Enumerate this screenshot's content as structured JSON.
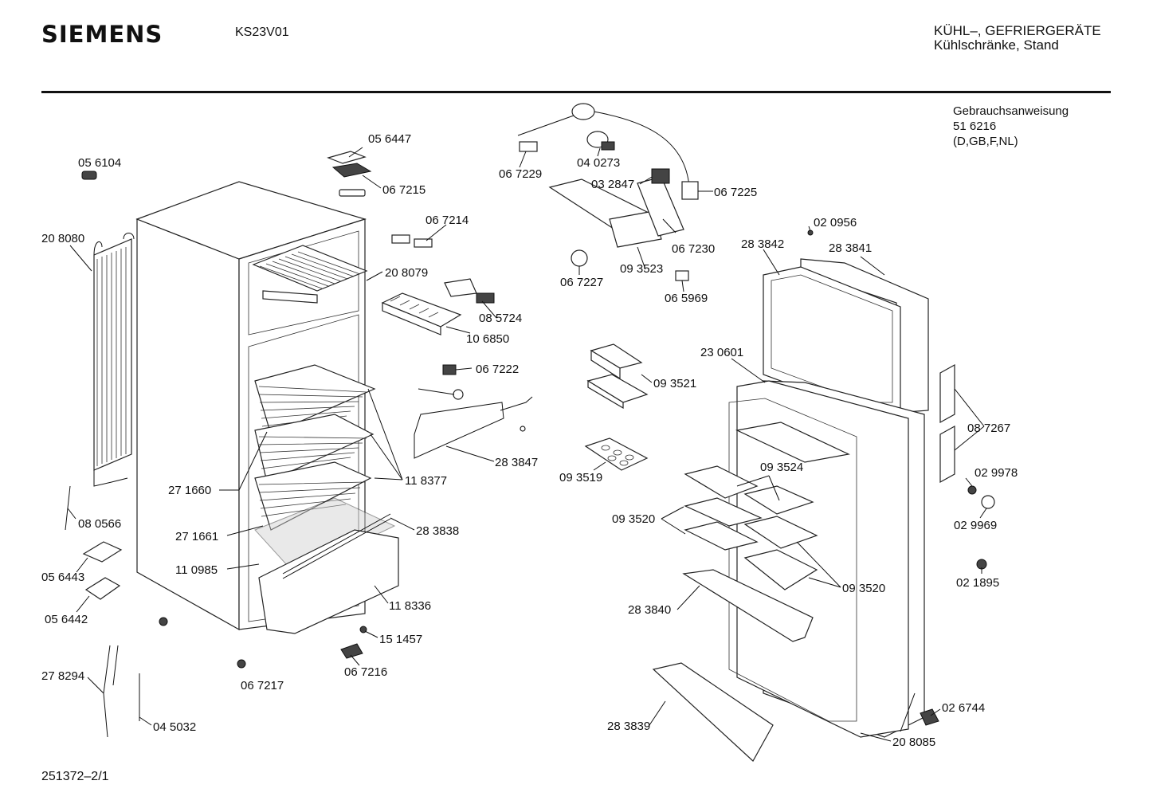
{
  "header": {
    "brand": "SIEMENS",
    "model": "KS23V01",
    "category_line1": "KÜHL–, GEFRIERGERÄTE",
    "category_line2": "Kühlschränke, Stand"
  },
  "manual": {
    "title": "Gebrauchsanweisung",
    "number": "51 6216",
    "languages": "(D,GB,F,NL)"
  },
  "footer": {
    "doc_ref": "251372–2/1"
  },
  "labels": {
    "p056104": "05 6104",
    "p208080": "20 8080",
    "p056447": "05 6447",
    "p067215": "06 7215",
    "p067214": "06 7214",
    "p208079": "20 8079",
    "p085724": "08 5724",
    "p106850": "10 6850",
    "p067222": "06 7222",
    "p283847": "28 3847",
    "p118377": "11 8377",
    "p271660": "27 1660",
    "p271661": "27 1661",
    "p283838": "28 3838",
    "p110985": "11 0985",
    "p118336": "11 8336",
    "p151457": "15 1457",
    "p067216": "06 7216",
    "p067217": "06 7217",
    "p080566": "08 0566",
    "p056443": "05 6443",
    "p056442": "05 6442",
    "p278294": "27 8294",
    "p045032": "04 5032",
    "p067229": "06 7229",
    "p040273": "04 0273",
    "p032847": "03 2847",
    "p067225": "06 7225",
    "p067230": "06 7230",
    "p093523": "09 3523",
    "p067227": "06 7227",
    "p065969": "06 5969",
    "p093521": "09 3521",
    "p093519": "09 3519",
    "p020956": "02 0956",
    "p283842": "28 3842",
    "p283841": "28 3841",
    "p230601": "23 0601",
    "p087267": "08 7267",
    "p093524": "09 3524",
    "p093520a": "09 3520",
    "p093520b": "09 3520",
    "p029978": "02 9978",
    "p029969": "02 9969",
    "p021895": "02 1895",
    "p283840": "28 3840",
    "p283839": "28 3839",
    "p026744": "02 6744",
    "p208085": "20 8085"
  }
}
